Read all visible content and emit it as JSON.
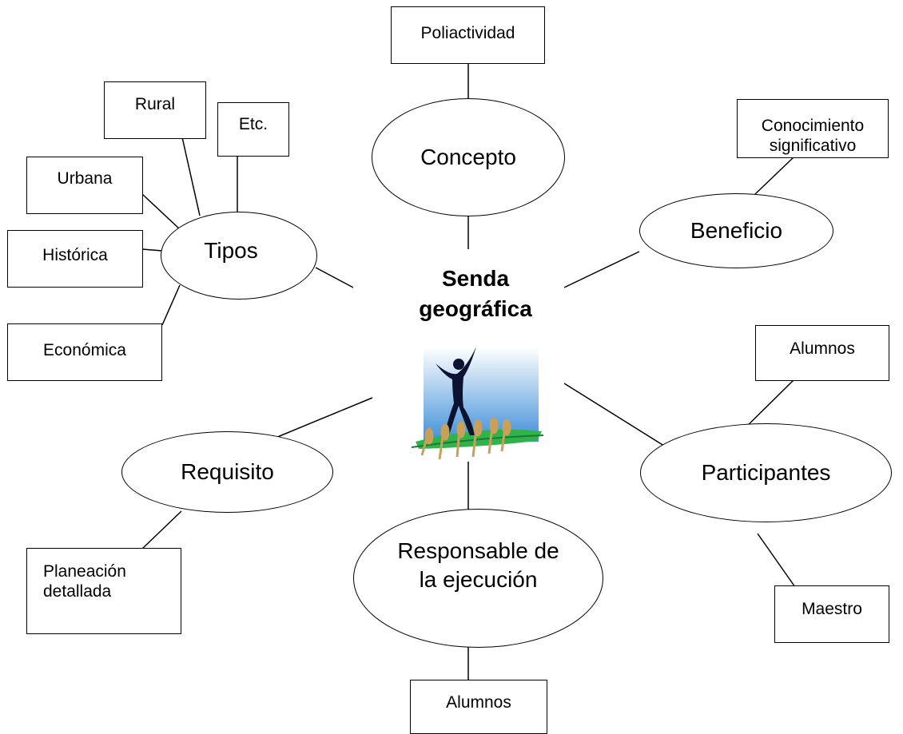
{
  "center": {
    "line1": "Senda",
    "line2": "geográfica",
    "figure_icon": "person-jumping-icon"
  },
  "concepto": {
    "label": "Concepto",
    "items": [
      "Poliactividad"
    ]
  },
  "tipos": {
    "label": "Tipos",
    "items": [
      "Rural",
      "Etc.",
      "Urbana",
      "Histórica",
      "Económica"
    ]
  },
  "beneficio": {
    "label": "Beneficio",
    "items": [
      "Conocimiento significativo"
    ]
  },
  "participantes": {
    "label": "Participantes",
    "items": [
      "Alumnos",
      "Maestro"
    ]
  },
  "requisito": {
    "label": "Requisito",
    "items": [
      "Planeación detallada"
    ]
  },
  "responsable": {
    "label": "Responsable de la ejecución",
    "items": [
      "Alumnos"
    ]
  },
  "colors": {
    "line": "#000000",
    "sky_top": "#ffffff",
    "sky_bottom": "#3f8fd8",
    "grass": "#2fb34a",
    "stalk": "#c8a05a"
  }
}
